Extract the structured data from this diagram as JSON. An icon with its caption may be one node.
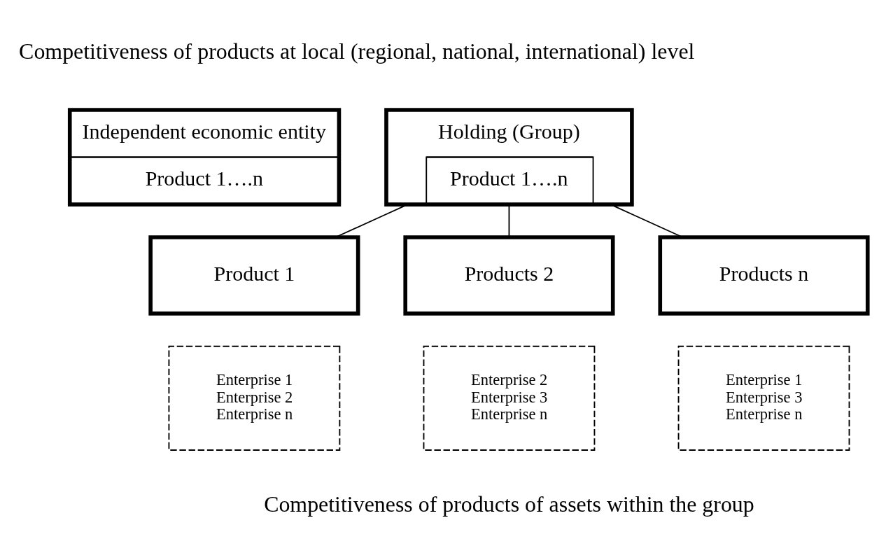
{
  "diagram": {
    "nodes": [
      {
        "text": [
          "Independent economic entity",
          "Product 1….n"
        ]
      },
      {
        "text": [
          "Holding (Group)",
          "Product 1….n"
        ]
      },
      {
        "text": [
          "Product 1"
        ]
      },
      {
        "text": [
          "Products 2"
        ]
      },
      {
        "text": [
          "Products n"
        ]
      },
      {
        "text": [
          "Enterprise 1",
          "Enterprise 2",
          "Enterprise n"
        ]
      },
      {
        "text": [
          "Enterprise 2",
          "Enterprise 3",
          "Enterprise n"
        ]
      },
      {
        "text": [
          "Enterprise 1",
          "Enterprise 3",
          "Enterprise n"
        ]
      }
    ],
    "edges": [
      {
        "from": 1,
        "to": 2,
        "arrow": "none"
      },
      {
        "from": 1,
        "to": 3,
        "arrow": "none"
      },
      {
        "from": 1,
        "to": 4,
        "arrow": "none"
      }
    ],
    "labels": [
      "Competitiveness of products at local (regional, national, international) level",
      "Competitiveness of products of assets within the group"
    ]
  }
}
